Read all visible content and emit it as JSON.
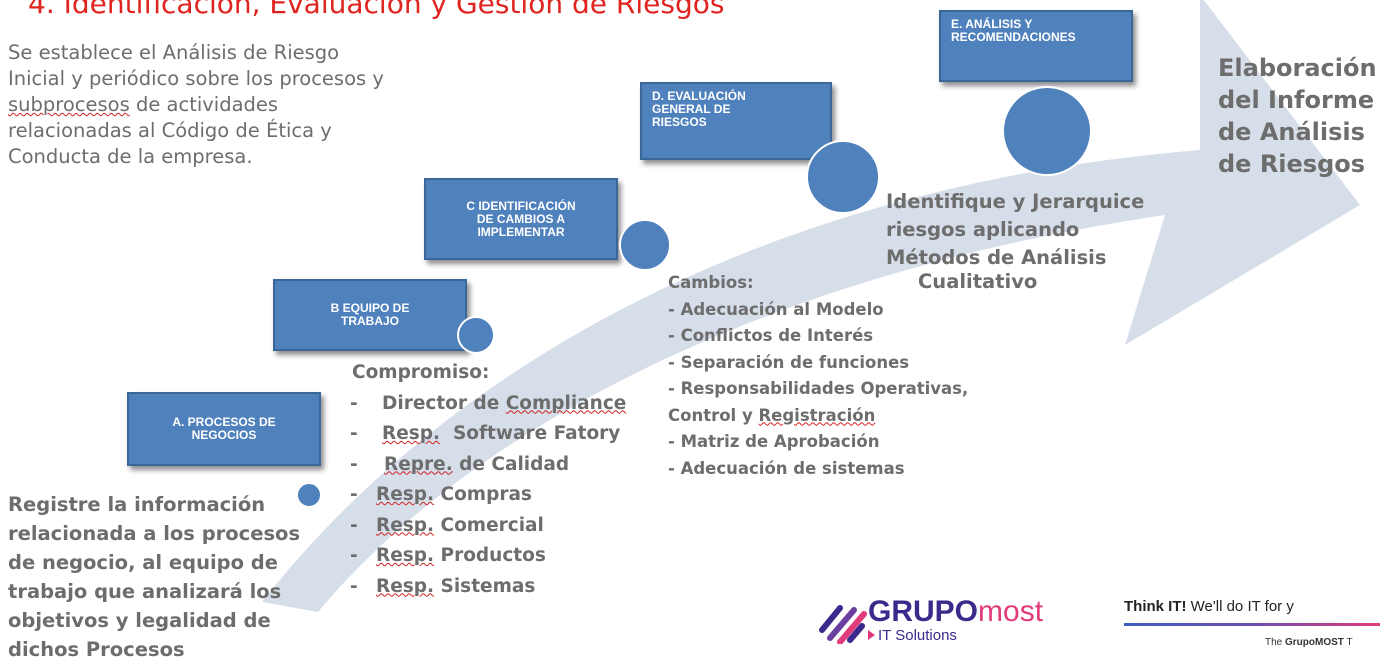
{
  "title": "4. Identificación, Evaluación y Gestión de Riesgos",
  "intro": {
    "lines": [
      "Se establece el Análisis de Riesgo",
      "Inicial y periódico sobre los procesos y",
      "subprocesos",
      " de actividades",
      "relacionadas al Código de Ética y",
      "Conducta de la empresa."
    ]
  },
  "steps": {
    "a": "A. PROCESOS DE\nNEGOCIOS",
    "b": "B EQUIPO DE\nTRABAJO",
    "c": "C IDENTIFICACIÓN\nDE CAMBIOS A\nIMPLEMENTAR",
    "d": "D. EVALUACIÓN\nGENERAL DE\nRIESGOS",
    "e": "E. ANÁLISIS Y\nRECOMENDACIONES"
  },
  "registre": {
    "lines": [
      "Registre la información",
      "relacionada a los procesos",
      "de negocio, al equipo de",
      "trabajo que analizará los",
      "objetivos y legalidad de",
      "dichos Procesos"
    ]
  },
  "compromiso": {
    "heading": "Compromiso:",
    "items": [
      {
        "dash": "-",
        "pre": "Director de ",
        "sq": "Compliance",
        "post": ""
      },
      {
        "dash": "-",
        "pre": "",
        "sq": "Resp.",
        "post": "  Software Fatory"
      },
      {
        "dash": "-",
        "pre": "",
        "sq": "Repre.",
        "post": " de Calidad"
      },
      {
        "dash": "-",
        "pre": "",
        "sq": "Resp.",
        "post": " Compras"
      },
      {
        "dash": "-",
        "pre": "",
        "sq": "Resp.",
        "post": " Comercial"
      },
      {
        "dash": "-",
        "pre": "",
        "sq": "Resp.",
        "post": " Productos"
      },
      {
        "dash": "-",
        "pre": "",
        "sq": "Resp.",
        "post": " Sistemas"
      }
    ]
  },
  "cambios": {
    "heading": "Cambios:",
    "items": [
      "- Adecuación al Modelo",
      "- Conflictos de Interés",
      "- Separación de funciones",
      "- Responsabilidades Operativas,",
      "Control y ",
      "- Matriz de Aprobación",
      "- Adecuación de sistemas"
    ],
    "registracion": "Registración"
  },
  "identifique": {
    "lines": [
      "Identifique y Jerarquice",
      "riesgos aplicando",
      "Métodos de Análisis",
      "Cualitativo"
    ]
  },
  "final": {
    "lines": [
      "Elaboración",
      "del Informe",
      "de Análisis",
      "de Riesgos"
    ]
  },
  "logo": {
    "grupo": "GRUPO",
    "most": "most",
    "sub": "IT Solutions"
  },
  "tagline": {
    "think": "Think IT!",
    "rest": " We'll do IT for y",
    "small_pre": "The ",
    "small_brand": "GrupoMOST",
    "small_post": " T"
  },
  "colors": {
    "title": "#e0241f",
    "box": "#4f81bd",
    "arrow": "#d6dee9",
    "text_gray": "#6d6d6d",
    "brand_purple": "#3b2a8c",
    "brand_pink": "#e23b7b"
  }
}
